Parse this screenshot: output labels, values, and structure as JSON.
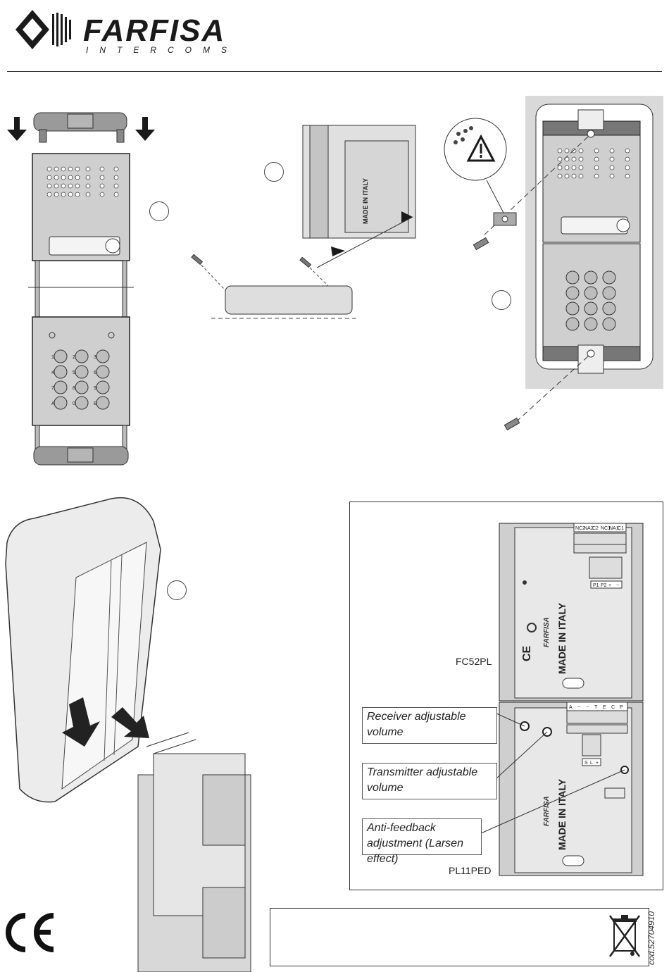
{
  "brand": {
    "name": "FARFISA",
    "tagline": "INTERCOMS"
  },
  "modules": {
    "upper_model": "FC52PL",
    "lower_model": "PL11PED",
    "made_in": "MADE IN ITALY",
    "upper_terminals": [
      "NC2",
      "NA2",
      "C2",
      "NC1",
      "NA1",
      "C1"
    ],
    "upper_power_terminals": [
      "P1",
      "P2",
      "+",
      "−"
    ],
    "lower_terminals": [
      "A",
      "−",
      "−",
      "T",
      "E",
      "C",
      "P"
    ],
    "lower_small_terminals": [
      "S",
      "L",
      "+"
    ]
  },
  "callouts": {
    "receiver": "Receiver adjustable volume",
    "transmitter": "Transmitter adjustable volume",
    "anti_feedback": "Anti-feedback adjustment (Larsen effect)"
  },
  "keypad": {
    "keys": [
      "1",
      "2",
      "3",
      "4",
      "5",
      "6",
      "7",
      "8",
      "9",
      "A",
      "0",
      "B"
    ]
  },
  "footer": {
    "code": "cod.52704910",
    "ce_mark": "CE"
  },
  "icons": {
    "warning": "warning-triangle-icon",
    "weee": "crossed-bin-icon"
  }
}
